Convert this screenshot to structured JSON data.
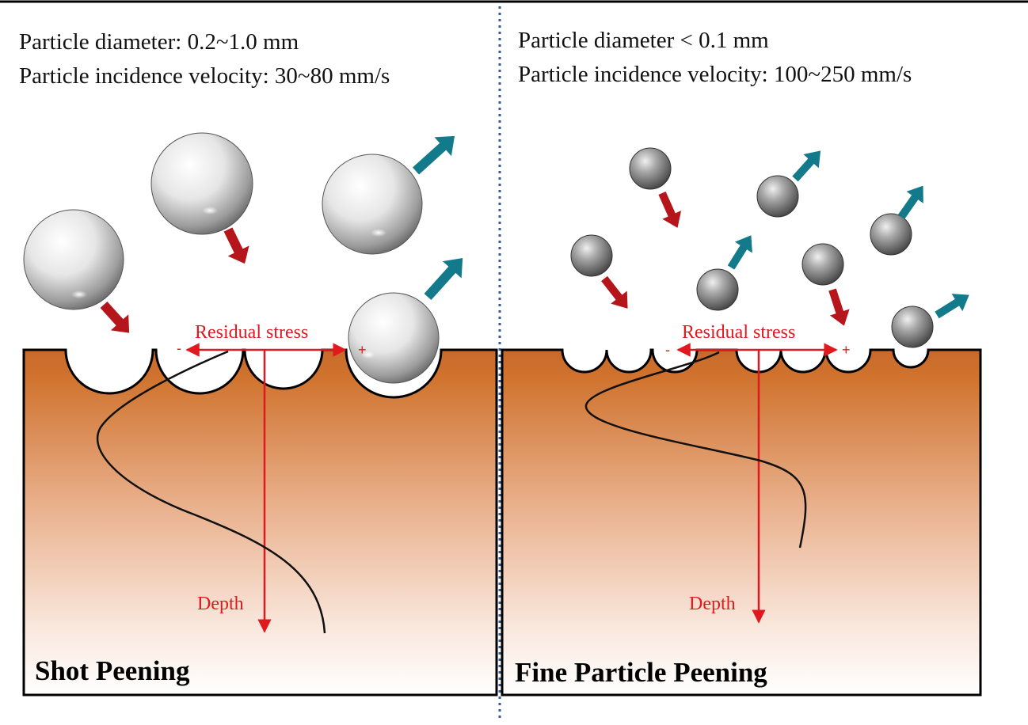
{
  "left_panel": {
    "diameter_text": "Particle diameter: 0.2~1.0 mm",
    "velocity_text": "Particle incidence velocity: 30~80 mm/s",
    "residual_stress_label": "Residual stress",
    "minus_sign": "-",
    "plus_sign": "+",
    "depth_label": "Depth",
    "title": "Shot Peening"
  },
  "right_panel": {
    "diameter_text": "Particle diameter < 0.1 mm",
    "velocity_text": "Particle incidence velocity: 100~250 mm/s",
    "residual_stress_label": "Residual stress",
    "minus_sign": "-",
    "plus_sign": "+",
    "depth_label": "Depth",
    "title": "Fine Particle Peening"
  },
  "colors": {
    "material_top": "#d0732e",
    "material_bottom": "#ffffff",
    "incoming_arrow": "#b5161b",
    "rebound_arrow": "#137a8c",
    "stress_axis": "#e0191f",
    "divider": "#3d5a8c"
  }
}
